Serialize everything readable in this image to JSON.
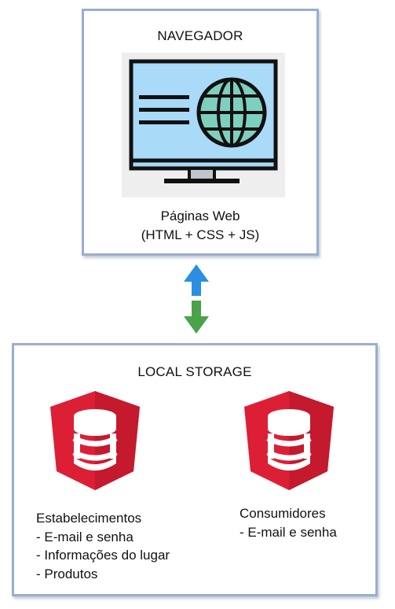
{
  "browser": {
    "title": "NAVEGADOR",
    "caption_line1": "Páginas Web",
    "caption_line2": "(HTML + CSS + JS)",
    "icon": "monitor-globe-icon"
  },
  "connector": {
    "up_color": "#2a8fe0",
    "down_color": "#4aa24a"
  },
  "storage": {
    "title": "LOCAL STORAGE",
    "icon": "database-shield-icon",
    "icon_color": "#dd1f35",
    "stores": [
      {
        "name": "Estabelecimentos",
        "items": [
          "- E-mail e senha",
          "- Informações do lugar",
          "- Produtos"
        ]
      },
      {
        "name": "Consumidores",
        "items": [
          "- E-mail e senha"
        ]
      }
    ]
  },
  "colors": {
    "box_border": "#9aaed0",
    "screen": "#a9daf8",
    "globe": "#7fcfbf"
  }
}
